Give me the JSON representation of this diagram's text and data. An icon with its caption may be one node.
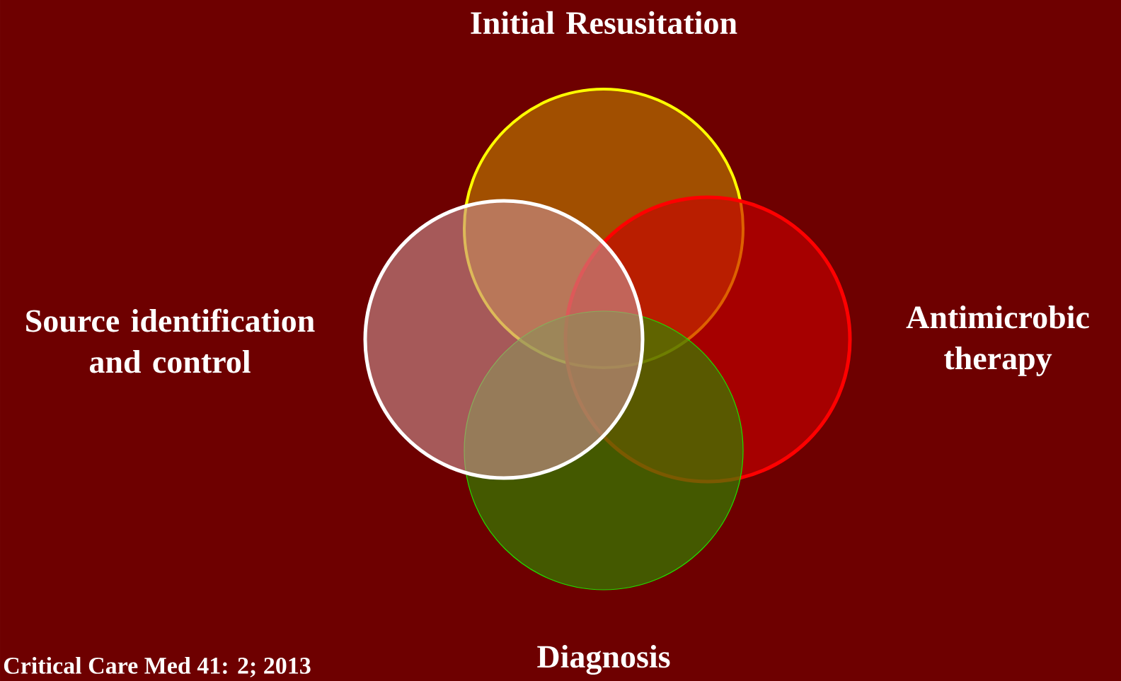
{
  "diagram": {
    "nodes": [
      {
        "text": [
          "Initial Resusitation"
        ]
      },
      {
        "text": [
          "Source identification and control"
        ]
      },
      {
        "text": [
          "Antimicrobic therapy"
        ]
      },
      {
        "text": [
          "Diagnosis"
        ]
      }
    ],
    "labels": [
      "Critical Care Med 41: 2; 2013"
    ]
  }
}
